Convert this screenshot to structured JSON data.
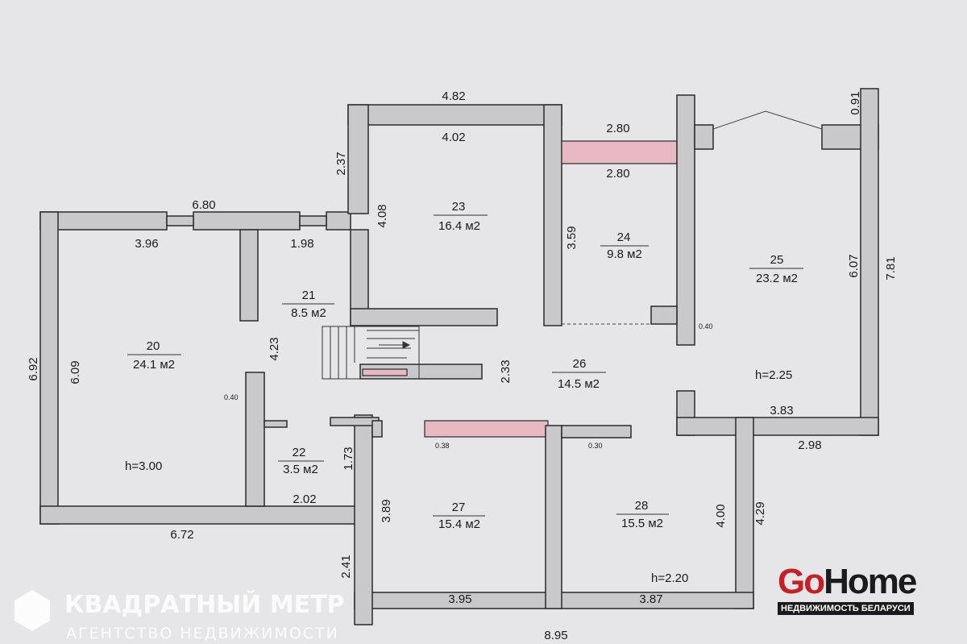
{
  "rooms": [
    {
      "num": "20",
      "area": "24.1 м2"
    },
    {
      "num": "21",
      "area": "8.5 м2"
    },
    {
      "num": "22",
      "area": "3.5 м2"
    },
    {
      "num": "23",
      "area": "16.4 м2"
    },
    {
      "num": "24",
      "area": "9.8 м2"
    },
    {
      "num": "25",
      "area": "23.2 м2"
    },
    {
      "num": "26",
      "area": "14.5 м2"
    },
    {
      "num": "27",
      "area": "15.4 м2"
    },
    {
      "num": "28",
      "area": "15.5 м2"
    }
  ],
  "heights": {
    "left": "h=3.00",
    "right": "h=2.25",
    "bottom": "h=2.20"
  },
  "dims": {
    "d482": "4.82",
    "d402": "4.02",
    "d280a": "2.80",
    "d280b": "2.80",
    "d091": "0.91",
    "d680": "6.80",
    "d396": "3.96",
    "d198": "1.98",
    "d237": "2.37",
    "d408": "4.08",
    "d359": "3.59",
    "d607": "6.07",
    "d781": "7.81",
    "d692": "6.92",
    "d609": "6.09",
    "d423": "4.23",
    "d233": "2.33",
    "d173": "1.73",
    "d202": "2.02",
    "d672": "6.72",
    "d389": "3.89",
    "d241": "2.41",
    "d395": "3.95",
    "d387": "3.87",
    "d895": "8.95",
    "d400": "4.00",
    "d429": "4.29",
    "d383": "3.83",
    "d298": "2.98"
  },
  "walls_small": {
    "w040a": "0.40",
    "w040b": "0.40",
    "w038": "0.38",
    "w030": "0.30"
  },
  "watermark": {
    "title": "КВАДРАТНЫЙ МЕТР",
    "subtitle": "АГЕНТСТВО НЕДВИЖИМОСТИ"
  },
  "logo": {
    "go": "Go",
    "home": "Home",
    "tagline": "НЕДВИЖИМОСТЬ БЕЛАРУСИ"
  }
}
